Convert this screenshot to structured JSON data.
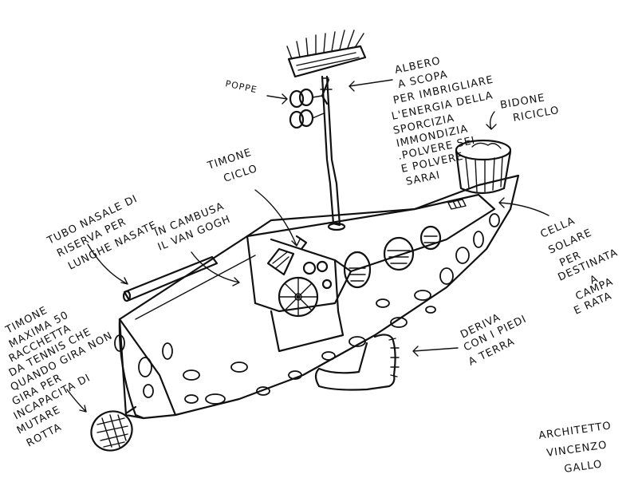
{
  "labels": {
    "poppe": "POPPE",
    "albero": [
      "ALBERO",
      "A SCOPA",
      "PER IMBRIGLIARE",
      "L'ENERGIA DELLA",
      "SPORCIZIA",
      "IMMONDIZIA",
      ".POLVERE SEI",
      "E POLVERE",
      "SARAI"
    ],
    "bidone": [
      "BIDONE",
      "RICICLO"
    ],
    "timone_ciclo": [
      "TIMONE",
      "CICLO"
    ],
    "tubo": [
      "TUBO NASALE DI",
      "RISERVA PER",
      "LUNGHE NASATE"
    ],
    "cambusa": [
      "IN CAMBUSA",
      "IL VAN GOGH"
    ],
    "cella": [
      "CELLA",
      "SOLARE",
      "PER",
      "DESTINATA",
      "A",
      "CAMPA",
      "E RATA"
    ],
    "timone_maxima": [
      "TIMONE",
      "MAXIMA 50",
      "RACCHETTA",
      "DA TENNIS CHE",
      "QUANDO GIRA NON",
      "GIRA PER",
      "INCAPACITA DI",
      "MUTARE",
      "ROTTA"
    ],
    "deriva": [
      "DERIVA",
      "CON I PIEDI",
      "A TERRA"
    ],
    "architetto": [
      "ARCHITETTO",
      "VINCENZO",
      "GALLO"
    ]
  }
}
